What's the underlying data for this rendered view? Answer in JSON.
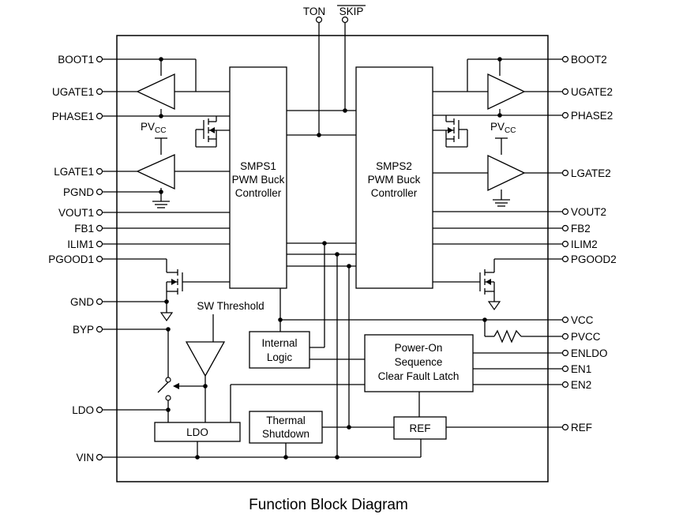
{
  "top_pins": {
    "ton": "TON",
    "skip": "SKIP"
  },
  "left_pins": {
    "boot1": "BOOT1",
    "ugate1": "UGATE1",
    "phase1": "PHASE1",
    "lgate1": "LGATE1",
    "pgnd": "PGND",
    "vout1": "VOUT1",
    "fb1": "FB1",
    "ilim1": "ILIM1",
    "pgood1": "PGOOD1",
    "gnd": "GND",
    "byp": "BYP",
    "ldo": "LDO",
    "vin": "VIN"
  },
  "right_pins": {
    "boot2": "BOOT2",
    "ugate2": "UGATE2",
    "phase2": "PHASE2",
    "lgate2": "LGATE2",
    "vout2": "VOUT2",
    "fb2": "FB2",
    "ilim2": "ILIM2",
    "pgood2": "PGOOD2",
    "vcc": "VCC",
    "pvcc": "PVCC",
    "enldo": "ENLDO",
    "en1": "EN1",
    "en2": "EN2",
    "ref": "REF"
  },
  "blocks": {
    "smps1": [
      "SMPS1",
      "PWM Buck",
      "Controller"
    ],
    "smps2": [
      "SMPS2",
      "PWM Buck",
      "Controller"
    ],
    "internal_logic": [
      "Internal",
      "Logic"
    ],
    "power_on": [
      "Power-On",
      "Sequence",
      "Clear Fault Latch"
    ],
    "thermal": [
      "Thermal",
      "Shutdown"
    ],
    "ref": "REF",
    "ldo": "LDO"
  },
  "labels": {
    "pvcc_base": "PV",
    "pvcc_sub": "CC",
    "sw_threshold": "SW Threshold"
  },
  "caption": "Function Block Diagram"
}
